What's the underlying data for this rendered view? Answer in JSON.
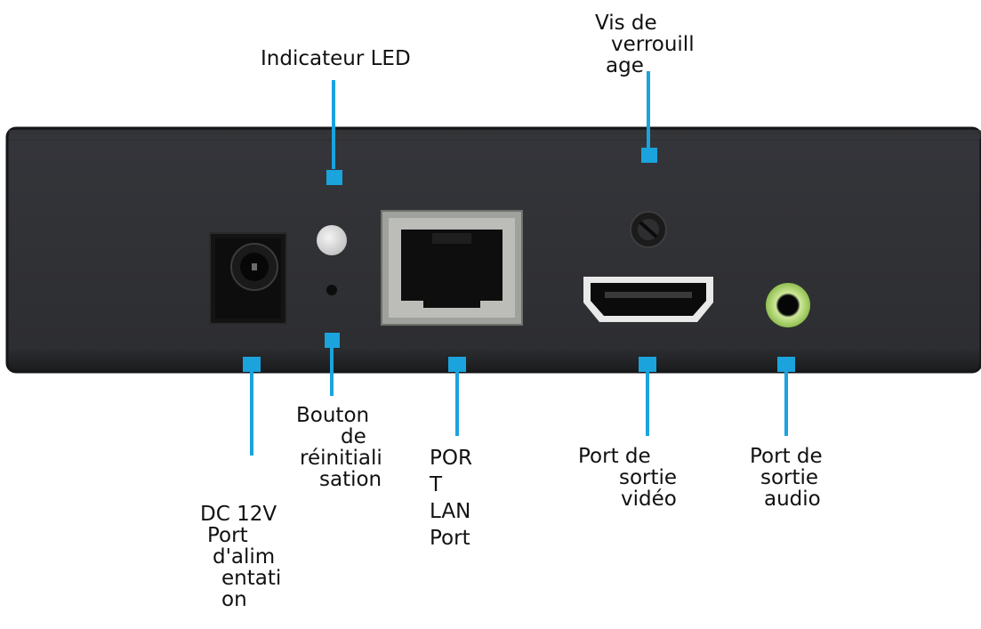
{
  "colors": {
    "panel": "#2f3032",
    "panel_edge": "#1c1d1f",
    "callout": "#1aa3dd",
    "led": "#d9d9d9",
    "audio_ring": "#b9e07a",
    "port_metal": "#a8aaa6",
    "label_text": "#111111"
  },
  "labels": {
    "led": "Indicateur LED",
    "lock_screw": [
      "Vis de",
      "verrouill",
      "age"
    ],
    "reset": [
      "Bouton",
      "de",
      "réinitiali",
      "sation"
    ],
    "lan": [
      "POR",
      "T",
      "LAN",
      "Port"
    ],
    "video": [
      "Port de",
      "sortie",
      "vidéo"
    ],
    "audio": [
      "Port de",
      "sortie",
      "audio"
    ],
    "power": [
      "DC 12V",
      "Port",
      "d'alim",
      "entati",
      "on"
    ]
  }
}
